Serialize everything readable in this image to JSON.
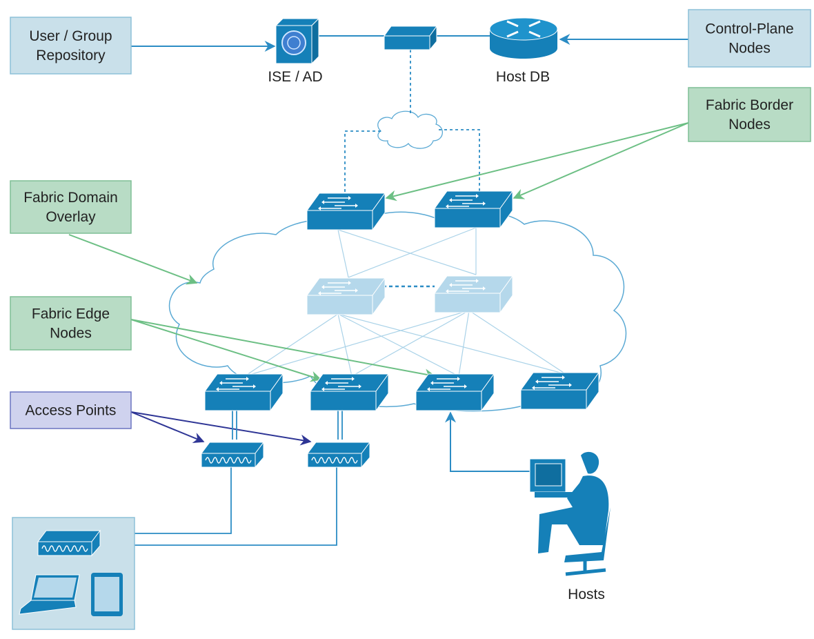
{
  "labels": {
    "user_group_repository": [
      "User / Group",
      "Repository"
    ],
    "control_plane_nodes": [
      "Control-Plane",
      "Nodes"
    ],
    "fabric_border_nodes": [
      "Fabric Border",
      "Nodes"
    ],
    "fabric_domain_overlay": [
      "Fabric Domain",
      "Overlay"
    ],
    "fabric_edge_nodes": [
      "Fabric Edge",
      "Nodes"
    ],
    "access_points": [
      "Access Points"
    ]
  },
  "devices": {
    "ise_ad": "ISE / AD",
    "host_db": "Host DB",
    "hosts": "Hosts"
  },
  "colors": {
    "device_blue": "#1580b8",
    "device_light": "#b5d8eb",
    "box_blue": "#c9e0ea",
    "box_green": "#b8dcc5",
    "box_purple": "#cfd2ee",
    "arrow_green": "#6cbf84",
    "arrow_navy": "#2e3595",
    "line_blue": "#2b8cc4"
  },
  "icons": [
    "ise-server-icon",
    "switch-icon",
    "router-icon",
    "cloud-icon",
    "access-point-icon",
    "laptop-icon",
    "tablet-icon",
    "user-workstation-icon"
  ]
}
